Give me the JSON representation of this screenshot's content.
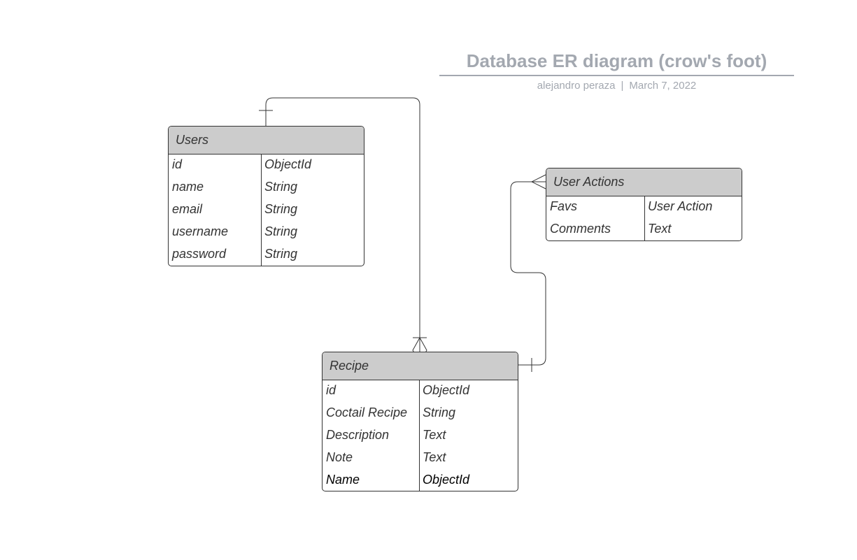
{
  "header": {
    "title": "Database ER diagram (crow's foot)",
    "author": "alejandro peraza",
    "date": "March 7, 2022"
  },
  "entities": {
    "users": {
      "name": "Users",
      "fields": [
        {
          "name": "id",
          "type": "ObjectId"
        },
        {
          "name": "name",
          "type": "String"
        },
        {
          "name": "email",
          "type": "String"
        },
        {
          "name": "username",
          "type": "String"
        },
        {
          "name": "password",
          "type": "String"
        }
      ]
    },
    "user_actions": {
      "name": "User Actions",
      "fields": [
        {
          "name": "Favs",
          "type": "User Action"
        },
        {
          "name": "Comments",
          "type": "Text"
        }
      ]
    },
    "recipe": {
      "name": "Recipe",
      "fields": [
        {
          "name": "id",
          "type": "ObjectId"
        },
        {
          "name": "Coctail Recipe",
          "type": "String"
        },
        {
          "name": "Description",
          "type": "Text"
        },
        {
          "name": "Note",
          "type": "Text"
        },
        {
          "name": "Name",
          "type": "ObjectId"
        }
      ]
    }
  },
  "relationships": [
    {
      "from": "Users",
      "from_cardinality": "one",
      "to": "Recipe",
      "to_cardinality": "one-or-many"
    },
    {
      "from": "Recipe",
      "from_cardinality": "one",
      "to": "User Actions",
      "to_cardinality": "many"
    }
  ],
  "colors": {
    "title": "#a3a8b0",
    "header_fill": "#cccccc",
    "line": "#333333"
  }
}
